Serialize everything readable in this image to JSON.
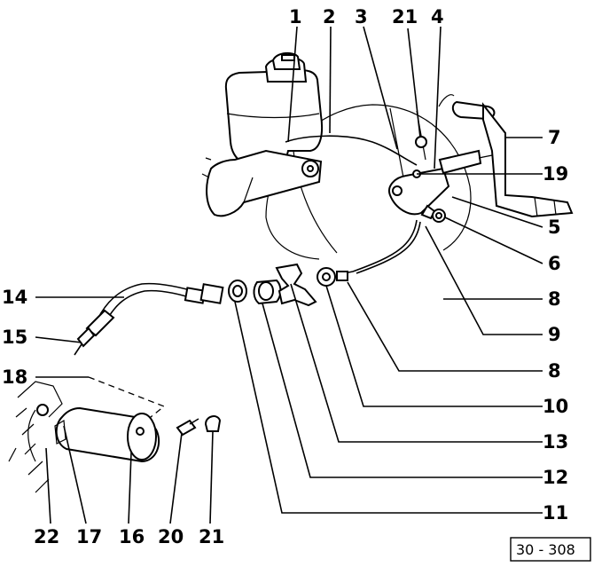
{
  "callouts": {
    "c1": "1",
    "c2": "2",
    "c3": "3",
    "c21_top": "21",
    "c4": "4",
    "c7": "7",
    "c19": "19",
    "c5": "5",
    "c6": "6",
    "c8_upper": "8",
    "c9": "9",
    "c8_lower": "8",
    "c10": "10",
    "c13": "13",
    "c12": "12",
    "c11": "11",
    "c14": "14",
    "c15": "15",
    "c18": "18",
    "c22": "22",
    "c17": "17",
    "c16": "16",
    "c20": "20",
    "c21_bottom": "21"
  },
  "figure_ref": "30 - 308"
}
